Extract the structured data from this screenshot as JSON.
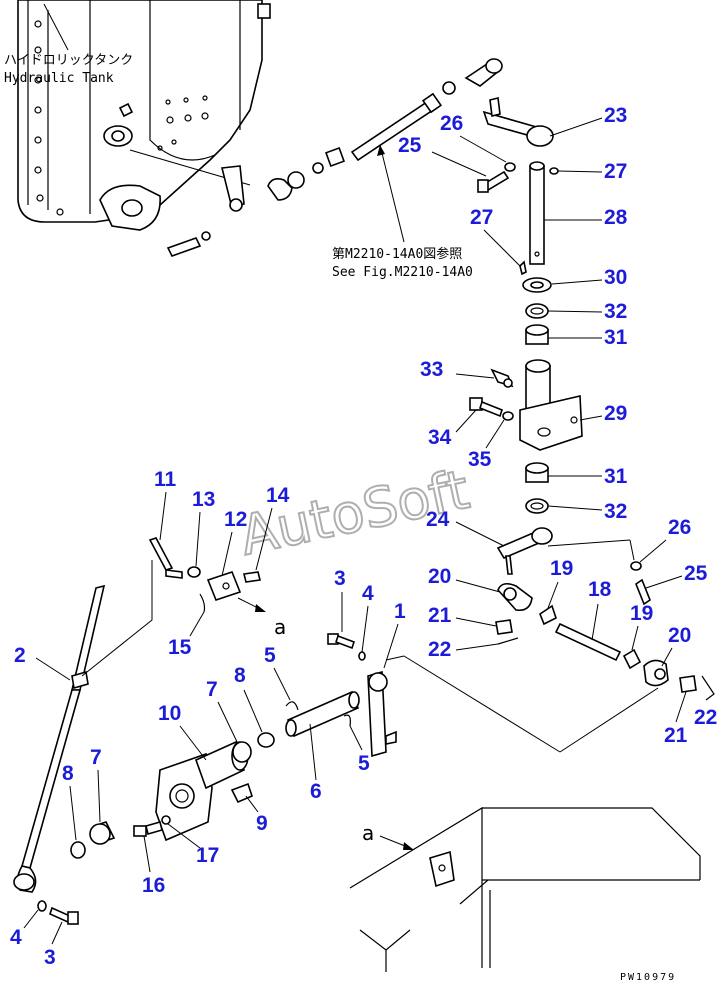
{
  "title_jp": "ハイドロリックタンク",
  "title_en": "Hydraulic Tank",
  "ref_jp": "第M2210-14A0図参照",
  "ref_en": "See Fig.M2210-14A0",
  "watermark": "AutoSoft",
  "figure_code": "PW10979",
  "view_letter": "a",
  "callouts": [
    "1",
    "2",
    "3",
    "3",
    "4",
    "4",
    "5",
    "5",
    "6",
    "7",
    "7",
    "8",
    "8",
    "9",
    "10",
    "11",
    "12",
    "13",
    "14",
    "15",
    "16",
    "17",
    "18",
    "19",
    "19",
    "20",
    "20",
    "21",
    "21",
    "22",
    "22",
    "23",
    "24",
    "25",
    "25",
    "26",
    "26",
    "27",
    "27",
    "28",
    "29",
    "30",
    "31",
    "31",
    "32",
    "32",
    "33",
    "34",
    "35"
  ],
  "colors": {
    "callout": "#1c1cd8",
    "line": "#000000",
    "watermark": "#7a7a7a"
  }
}
